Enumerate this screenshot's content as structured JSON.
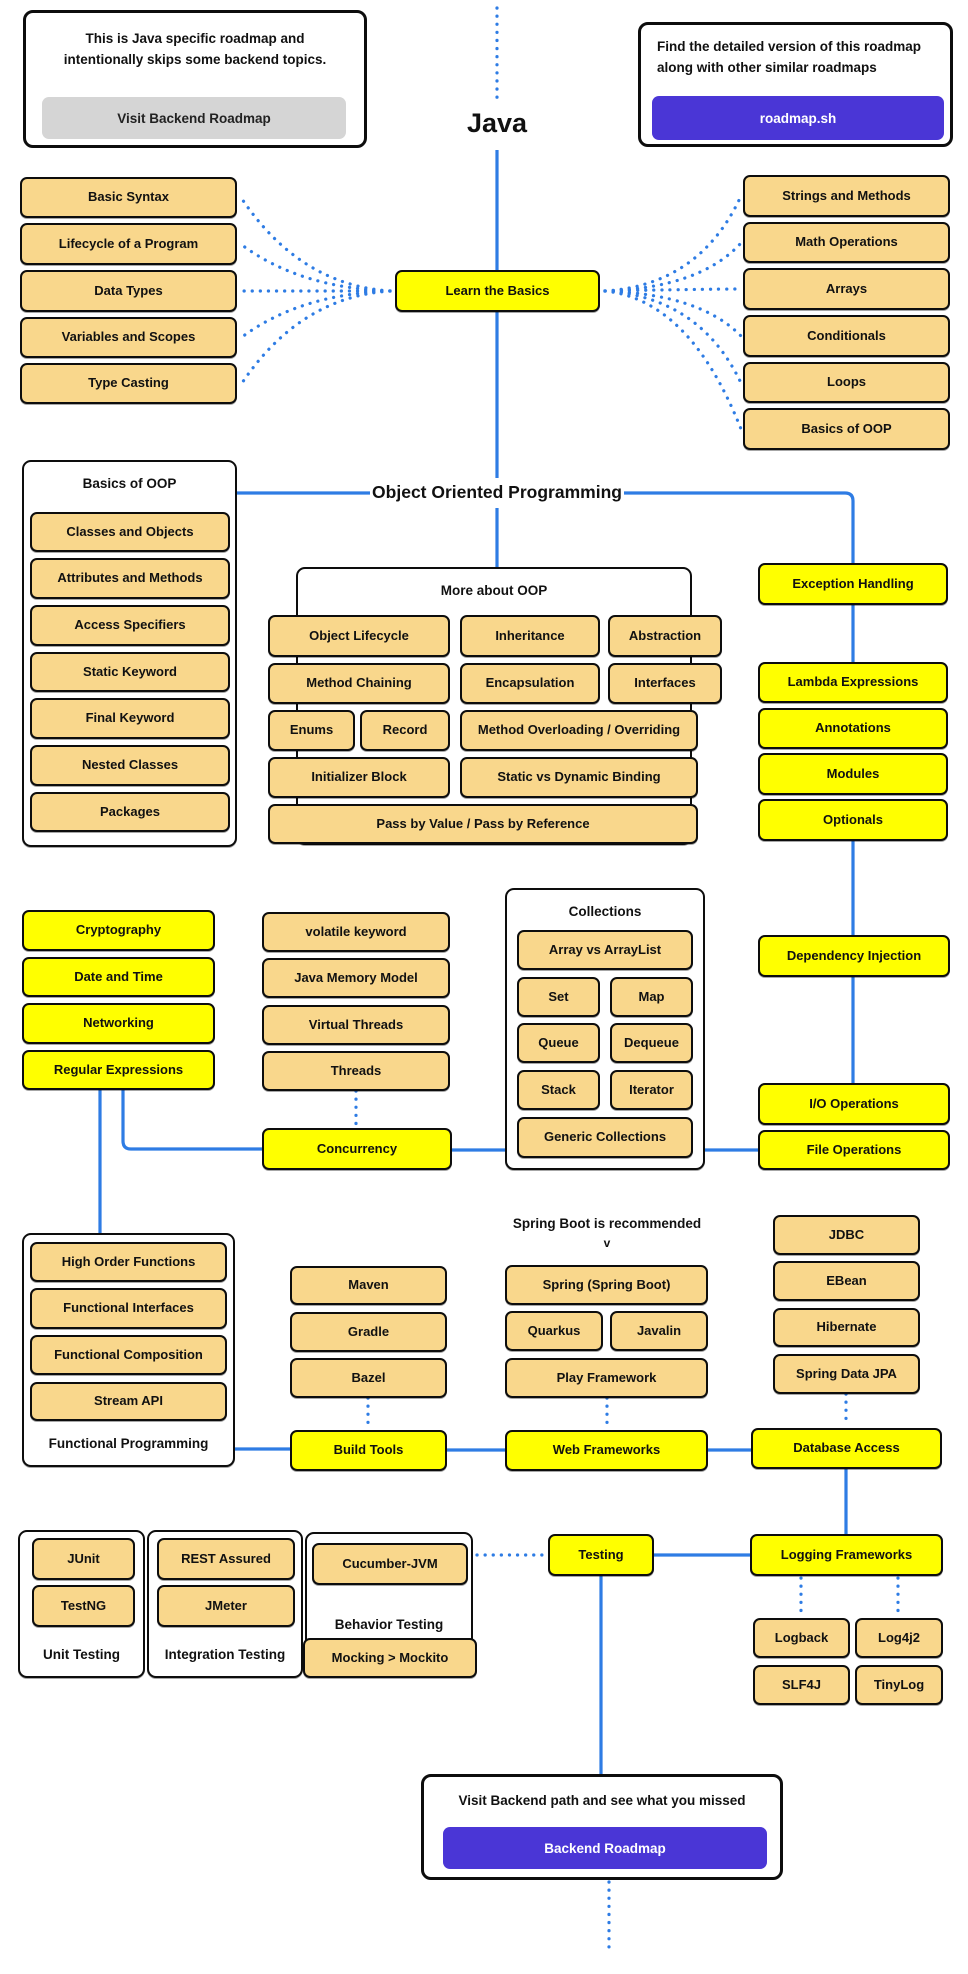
{
  "page": {
    "title": "Java"
  },
  "colors": {
    "topic_yellow": "#FFFF00",
    "subtopic_tan": "#F9D78C",
    "edge_blue": "#2E7CE4",
    "brand_purple": "#4A36D6",
    "muted_gray": "#D5D5D5"
  },
  "notes": {
    "left": {
      "text": "This is Java specific roadmap and intentionally skips some backend topics.",
      "button": "Visit Backend Roadmap"
    },
    "right": {
      "text": "Find the detailed version of this roadmap along with other similar roadmaps",
      "button": "roadmap.sh"
    },
    "bottom": {
      "text": "Visit Backend path and see what you missed",
      "button": "Backend Roadmap"
    }
  },
  "annotations": {
    "oop_label": "Object Oriented Programming",
    "spring_note": "Spring Boot is recommended",
    "spring_note_arrow": "v"
  },
  "nodes": [
    {
      "id": "learn-the-basics",
      "label": "Learn the Basics",
      "kind": "topic"
    },
    {
      "id": "basic-syntax",
      "label": "Basic Syntax",
      "kind": "subtopic"
    },
    {
      "id": "lifecycle-of-a-program",
      "label": "Lifecycle of a Program",
      "kind": "subtopic"
    },
    {
      "id": "data-types",
      "label": "Data Types",
      "kind": "subtopic"
    },
    {
      "id": "variables-and-scopes",
      "label": "Variables and Scopes",
      "kind": "subtopic"
    },
    {
      "id": "type-casting",
      "label": "Type Casting",
      "kind": "subtopic"
    },
    {
      "id": "strings-and-methods",
      "label": "Strings and Methods",
      "kind": "subtopic"
    },
    {
      "id": "math-operations",
      "label": "Math Operations",
      "kind": "subtopic"
    },
    {
      "id": "arrays",
      "label": "Arrays",
      "kind": "subtopic"
    },
    {
      "id": "conditionals",
      "label": "Conditionals",
      "kind": "subtopic"
    },
    {
      "id": "loops",
      "label": "Loops",
      "kind": "subtopic"
    },
    {
      "id": "basics-of-oop",
      "label": "Basics of OOP",
      "kind": "subtopic"
    },
    {
      "id": "basics-of-oop-group",
      "label": "Basics of OOP",
      "kind": "group",
      "label_pos": "top"
    },
    {
      "id": "classes-and-objects",
      "label": "Classes and Objects",
      "kind": "subtopic"
    },
    {
      "id": "attributes-and-methods",
      "label": "Attributes and Methods",
      "kind": "subtopic"
    },
    {
      "id": "access-specifiers",
      "label": "Access Specifiers",
      "kind": "subtopic"
    },
    {
      "id": "static-keyword",
      "label": "Static Keyword",
      "kind": "subtopic"
    },
    {
      "id": "final-keyword",
      "label": "Final Keyword",
      "kind": "subtopic"
    },
    {
      "id": "nested-classes",
      "label": "Nested Classes",
      "kind": "subtopic"
    },
    {
      "id": "packages",
      "label": "Packages",
      "kind": "subtopic"
    },
    {
      "id": "more-about-oop-group",
      "label": "More about OOP",
      "kind": "group",
      "label_pos": "top"
    },
    {
      "id": "object-lifecycle",
      "label": "Object Lifecycle",
      "kind": "subtopic"
    },
    {
      "id": "inheritance",
      "label": "Inheritance",
      "kind": "subtopic"
    },
    {
      "id": "abstraction",
      "label": "Abstraction",
      "kind": "subtopic"
    },
    {
      "id": "method-chaining",
      "label": "Method Chaining",
      "kind": "subtopic"
    },
    {
      "id": "encapsulation",
      "label": "Encapsulation",
      "kind": "subtopic"
    },
    {
      "id": "interfaces",
      "label": "Interfaces",
      "kind": "subtopic"
    },
    {
      "id": "enums",
      "label": "Enums",
      "kind": "subtopic"
    },
    {
      "id": "record",
      "label": "Record",
      "kind": "subtopic"
    },
    {
      "id": "method-overloading-overriding",
      "label": "Method Overloading / Overriding",
      "kind": "subtopic"
    },
    {
      "id": "initializer-block",
      "label": "Initializer Block",
      "kind": "subtopic"
    },
    {
      "id": "static-vs-dynamic-binding",
      "label": "Static vs Dynamic Binding",
      "kind": "subtopic"
    },
    {
      "id": "pass-by-value-pass-by-reference",
      "label": "Pass by Value / Pass by Reference",
      "kind": "subtopic"
    },
    {
      "id": "exception-handling",
      "label": "Exception Handling",
      "kind": "topic"
    },
    {
      "id": "lambda-expressions",
      "label": "Lambda Expressions",
      "kind": "topic"
    },
    {
      "id": "annotations",
      "label": "Annotations",
      "kind": "topic"
    },
    {
      "id": "modules",
      "label": "Modules",
      "kind": "topic"
    },
    {
      "id": "optionals",
      "label": "Optionals",
      "kind": "topic"
    },
    {
      "id": "cryptography",
      "label": "Cryptography",
      "kind": "topic"
    },
    {
      "id": "date-and-time",
      "label": "Date and Time",
      "kind": "topic"
    },
    {
      "id": "networking",
      "label": "Networking",
      "kind": "topic"
    },
    {
      "id": "regular-expressions",
      "label": "Regular Expressions",
      "kind": "topic"
    },
    {
      "id": "volatile-keyword",
      "label": "volatile keyword",
      "kind": "subtopic"
    },
    {
      "id": "java-memory-model",
      "label": "Java Memory Model",
      "kind": "subtopic"
    },
    {
      "id": "virtual-threads",
      "label": "Virtual Threads",
      "kind": "subtopic"
    },
    {
      "id": "threads",
      "label": "Threads",
      "kind": "subtopic"
    },
    {
      "id": "concurrency",
      "label": "Concurrency",
      "kind": "topic"
    },
    {
      "id": "collections-group",
      "label": "Collections",
      "kind": "group",
      "label_pos": "top"
    },
    {
      "id": "array-vs-arraylist",
      "label": "Array vs ArrayList",
      "kind": "subtopic"
    },
    {
      "id": "set",
      "label": "Set",
      "kind": "subtopic"
    },
    {
      "id": "map",
      "label": "Map",
      "kind": "subtopic"
    },
    {
      "id": "queue",
      "label": "Queue",
      "kind": "subtopic"
    },
    {
      "id": "dequeue",
      "label": "Dequeue",
      "kind": "subtopic"
    },
    {
      "id": "stack",
      "label": "Stack",
      "kind": "subtopic"
    },
    {
      "id": "iterator",
      "label": "Iterator",
      "kind": "subtopic"
    },
    {
      "id": "generic-collections",
      "label": "Generic Collections",
      "kind": "subtopic"
    },
    {
      "id": "dependency-injection",
      "label": "Dependency Injection",
      "kind": "topic"
    },
    {
      "id": "io-operations",
      "label": "I/O Operations",
      "kind": "topic"
    },
    {
      "id": "file-operations",
      "label": "File Operations",
      "kind": "topic"
    },
    {
      "id": "functional-programming-group",
      "label": "Functional Programming",
      "kind": "group",
      "label_pos": "bottom"
    },
    {
      "id": "high-order-functions",
      "label": "High Order Functions",
      "kind": "subtopic"
    },
    {
      "id": "functional-interfaces",
      "label": "Functional Interfaces",
      "kind": "subtopic"
    },
    {
      "id": "functional-composition",
      "label": "Functional Composition",
      "kind": "subtopic"
    },
    {
      "id": "stream-api",
      "label": "Stream API",
      "kind": "subtopic"
    },
    {
      "id": "maven",
      "label": "Maven",
      "kind": "subtopic"
    },
    {
      "id": "gradle",
      "label": "Gradle",
      "kind": "subtopic"
    },
    {
      "id": "bazel",
      "label": "Bazel",
      "kind": "subtopic"
    },
    {
      "id": "build-tools",
      "label": "Build Tools",
      "kind": "topic"
    },
    {
      "id": "spring-spring-boot",
      "label": "Spring (Spring Boot)",
      "kind": "subtopic"
    },
    {
      "id": "quarkus",
      "label": "Quarkus",
      "kind": "subtopic"
    },
    {
      "id": "javalin",
      "label": "Javalin",
      "kind": "subtopic"
    },
    {
      "id": "play-framework",
      "label": "Play Framework",
      "kind": "subtopic"
    },
    {
      "id": "web-frameworks",
      "label": "Web Frameworks",
      "kind": "topic"
    },
    {
      "id": "jdbc",
      "label": "JDBC",
      "kind": "subtopic"
    },
    {
      "id": "ebean",
      "label": "EBean",
      "kind": "subtopic"
    },
    {
      "id": "hibernate",
      "label": "Hibernate",
      "kind": "subtopic"
    },
    {
      "id": "spring-data-jpa",
      "label": "Spring Data JPA",
      "kind": "subtopic"
    },
    {
      "id": "database-access",
      "label": "Database Access",
      "kind": "topic"
    },
    {
      "id": "unit-testing-group",
      "label": "Unit Testing",
      "kind": "group",
      "label_pos": "bottom"
    },
    {
      "id": "junit",
      "label": "JUnit",
      "kind": "subtopic"
    },
    {
      "id": "testng",
      "label": "TestNG",
      "kind": "subtopic"
    },
    {
      "id": "integration-testing-group",
      "label": "Integration Testing",
      "kind": "group",
      "label_pos": "bottom"
    },
    {
      "id": "rest-assured",
      "label": "REST Assured",
      "kind": "subtopic"
    },
    {
      "id": "jmeter",
      "label": "JMeter",
      "kind": "subtopic"
    },
    {
      "id": "behavior-testing-group",
      "label": "Behavior Testing",
      "kind": "group",
      "label_pos": "bottom"
    },
    {
      "id": "cucumber-jvm",
      "label": "Cucumber-JVM",
      "kind": "subtopic"
    },
    {
      "id": "mocking-mockito",
      "label": "Mocking > Mockito",
      "kind": "subtopic"
    },
    {
      "id": "testing",
      "label": "Testing",
      "kind": "topic"
    },
    {
      "id": "logging-frameworks",
      "label": "Logging Frameworks",
      "kind": "topic"
    },
    {
      "id": "logback",
      "label": "Logback",
      "kind": "subtopic"
    },
    {
      "id": "log4j2",
      "label": "Log4j2",
      "kind": "subtopic"
    },
    {
      "id": "slf4j",
      "label": "SLF4J",
      "kind": "subtopic"
    },
    {
      "id": "tinylog",
      "label": "TinyLog",
      "kind": "subtopic"
    }
  ]
}
